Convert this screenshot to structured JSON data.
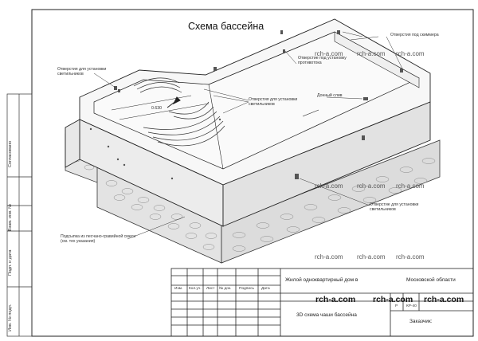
{
  "drawing": {
    "title": "Схема бассейна"
  },
  "callouts": {
    "skimmer_holes": "Отверстия под скиммера",
    "counterflow_hole": "Отверстие под установку противотока",
    "lights_holes_left": "Отверстия для установки светильников",
    "lights_holes_center": "Отверстия для установки светильников",
    "bottom_drain": "Донный слив",
    "lights_holes_right": "Отверстие для установки светильников",
    "sand_gravel_base": "Подсыпка из песчано-гравийной смеси (см. тех указания)",
    "dimension_level": "0.630"
  },
  "watermarks": [
    "rch-a.com",
    "rch-a.com",
    "rch-a.com",
    "rch-a.com",
    "rch-a.com",
    "rch-a.com",
    "rch-a.com",
    "rch-a.com",
    "rch-a.com"
  ],
  "watermarks_bold": [
    "rch-a.com",
    "rch-a.com",
    "rch-a.com"
  ],
  "title_block": {
    "column_headers": [
      "Изм.",
      "Кол.уч.",
      "Лист",
      "№ док.",
      "Подпись",
      "Дата"
    ],
    "project": "Жилой одноквартирный дом в",
    "location": "Московской области",
    "sheet_title": "3D схема чаши бассейна",
    "stage": "Р",
    "sheet_no": "КР-40",
    "customer": "Заказчик:"
  },
  "side_stamp": [
    "Согласовано",
    "Взам. инв. №",
    "Подп. и дата",
    "Инв. № подл."
  ]
}
